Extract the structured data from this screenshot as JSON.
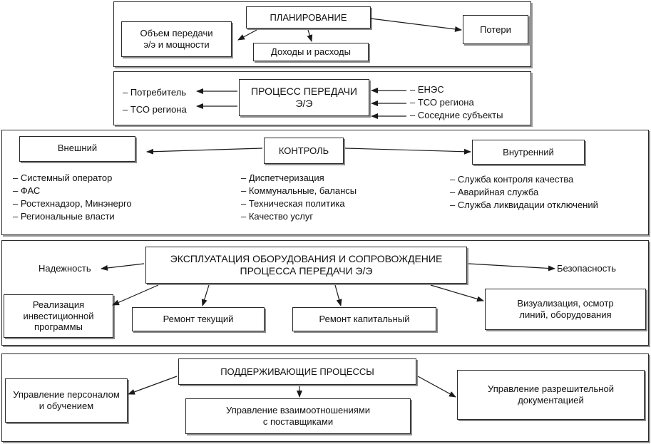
{
  "planning": {
    "title": "ПЛАНИРОВАНИЕ",
    "volume": "Объем передачи\nэ/э и мощности",
    "income": "Доходы и расходы",
    "losses": "Потери"
  },
  "transfer": {
    "title": "ПРОЦЕСС ПЕРЕДАЧИ\nЭ/Э",
    "outputs": [
      "– Потребитель",
      "– ТСО региона"
    ],
    "inputs": [
      "– ЕНЭС",
      "– ТСО региона",
      "– Соседние субъекты"
    ]
  },
  "control": {
    "title": "КОНТРОЛЬ",
    "external": "Внешний",
    "internal": "Внутренний",
    "external_items": [
      "– Системный оператор",
      "– ФАС",
      "– Ростехнадзор, Минэнерго",
      "– Региональные власти"
    ],
    "center_items": [
      "– Диспетчеризация",
      "– Коммунальные, балансы",
      "– Техническая политика",
      "– Качество услуг"
    ],
    "internal_items": [
      "– Служба контроля качества",
      "– Аварийная служба",
      "– Служба ликвидации отключений"
    ]
  },
  "operation": {
    "title": "ЭКСПЛУАТАЦИЯ ОБОРУДОВАНИЯ И СОПРОВОЖДЕНИЕ\nПРОЦЕССА ПЕРЕДАЧИ Э/Э",
    "reliability": "Надежность",
    "safety": "Безопасность",
    "investment": "Реализация\nинвестиционной\nпрограммы",
    "current_repair": "Ремонт текущий",
    "capital_repair": "Ремонт капитальный",
    "inspection": "Визуализация, осмотр\nлиний, оборудования"
  },
  "support": {
    "title": "ПОДДЕРЖИВАЮЩИЕ ПРОЦЕССЫ",
    "personnel": "Управление персоналом\nи обучением",
    "suppliers": "Управление взаимоотношениями\nс поставщиками",
    "permits": "Управление разрешительной\nдокументацией"
  }
}
